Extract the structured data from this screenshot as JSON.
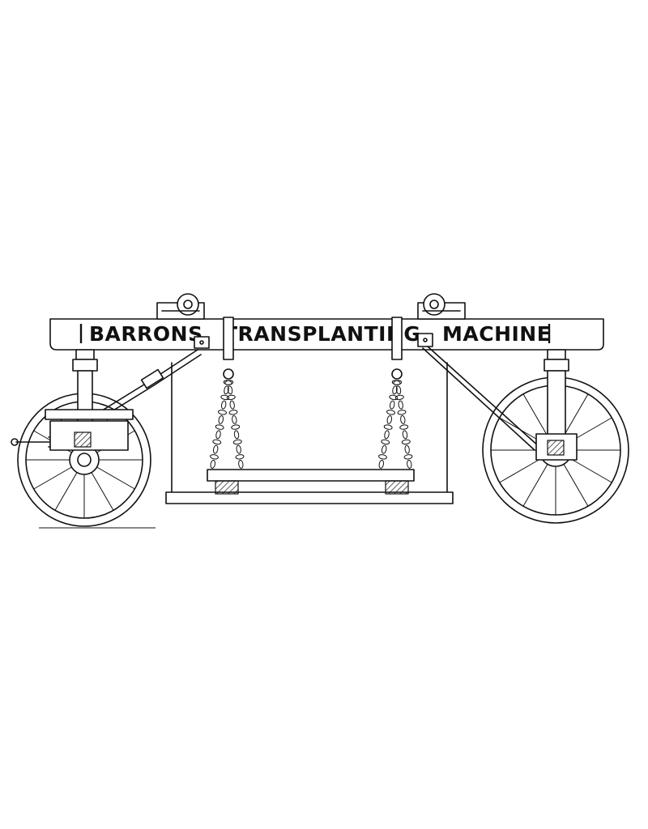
{
  "title_words": [
    "BARRONS",
    "TRANSPLANTING",
    "MACHINE"
  ],
  "colors": {
    "ink": "#111111",
    "paper": "#ffffff"
  },
  "wheel_spokes": 12
}
